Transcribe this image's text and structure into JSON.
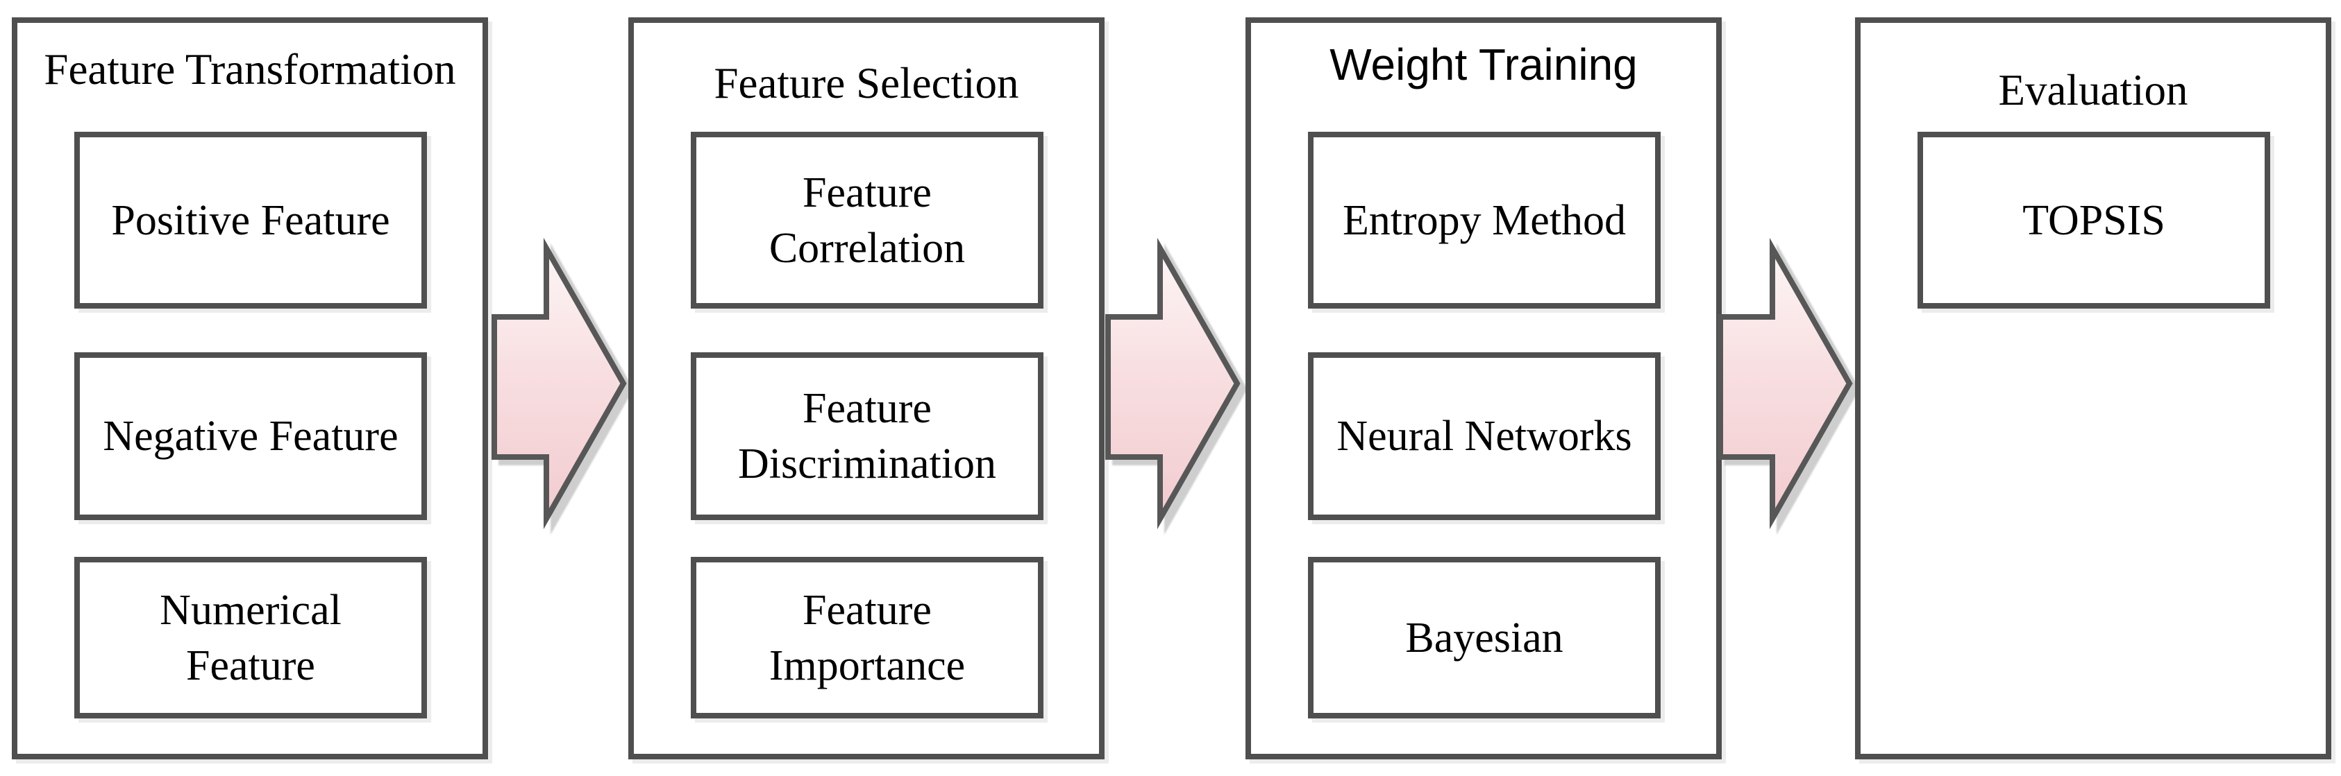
{
  "figure": {
    "stages": [
      {
        "title": "Feature Transformation",
        "items": [
          "Positive Feature",
          "Negative Feature",
          "Numerical\nFeature"
        ]
      },
      {
        "title": "Feature Selection",
        "items": [
          "Feature\nCorrelation",
          "Feature\nDiscrimination",
          "Feature\nImportance"
        ]
      },
      {
        "title": "Weight Training",
        "items": [
          "Entropy Method",
          "Neural Networks",
          "Bayesian"
        ]
      },
      {
        "title": "Evaluation",
        "items": [
          "TOPSIS"
        ]
      }
    ],
    "colors": {
      "panel_border": "#4f4f4f",
      "arrow_border": "#575757",
      "arrow_fill_top": "#fdf5f5",
      "arrow_fill_mid": "#f8dfe1",
      "arrow_fill_bottom": "#f2cbcf",
      "background": "#ffffff",
      "text": "#000000"
    }
  }
}
